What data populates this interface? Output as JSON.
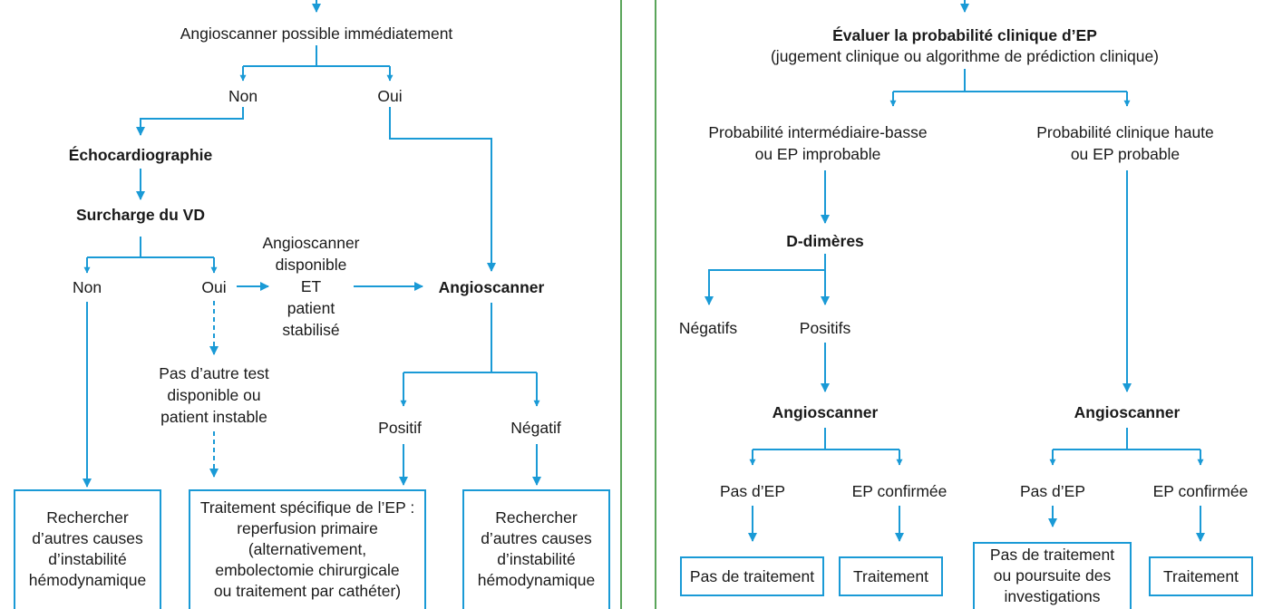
{
  "colors": {
    "arrow": "#1a9ad6",
    "frame": "#5aa55a",
    "text": "#1a1a1a"
  },
  "left": {
    "ct_possible": "Angioscanner possible immédiatement",
    "non_1": "Non",
    "oui_1": "Oui",
    "echo": "Échocardiographie",
    "surcharge": "Surcharge du VD",
    "non_2": "Non",
    "oui_2": "Oui",
    "ct_available": "Angioscanner\ndisponible\nET\npatient\nstabilisé",
    "angioscanner": "Angioscanner",
    "no_other_test": "Pas d’autre test\ndisponible ou\npatient instable",
    "positif": "Positif",
    "negatif": "Négatif",
    "box_causes_1": "Rechercher\nd’autres causes\nd’instabilité\nhémodynamique",
    "box_treatment": "Traitement spécifique de l’EP :\nreperfusion primaire\n(alternativement,\nembolectomie chirurgicale\nou traitement par cathéter)",
    "box_causes_2": "Rechercher\nd’autres causes\nd’instabilité\nhémodynamique"
  },
  "right": {
    "evaluate": "Évaluer la probabilité clinique d’EP",
    "evaluate_sub": "(jugement clinique ou algorithme de prédiction clinique)",
    "prob_low": "Probabilité intermédiaire-basse\nou EP improbable",
    "prob_high": "Probabilité clinique haute\nou EP probable",
    "d_dimers": "D-dimères",
    "negatifs": "Négatifs",
    "positifs": "Positifs",
    "angioscanner_1": "Angioscanner",
    "angioscanner_2": "Angioscanner",
    "no_pe_1": "Pas d’EP",
    "pe_confirmed_1": "EP confirmée",
    "no_pe_2": "Pas d’EP",
    "pe_confirmed_2": "EP confirmée",
    "box_no_treatment": "Pas de traitement",
    "box_treatment_1": "Traitement",
    "box_no_treatment_followup": "Pas de traitement\nou poursuite des\ninvestigations",
    "box_treatment_2": "Traitement"
  }
}
